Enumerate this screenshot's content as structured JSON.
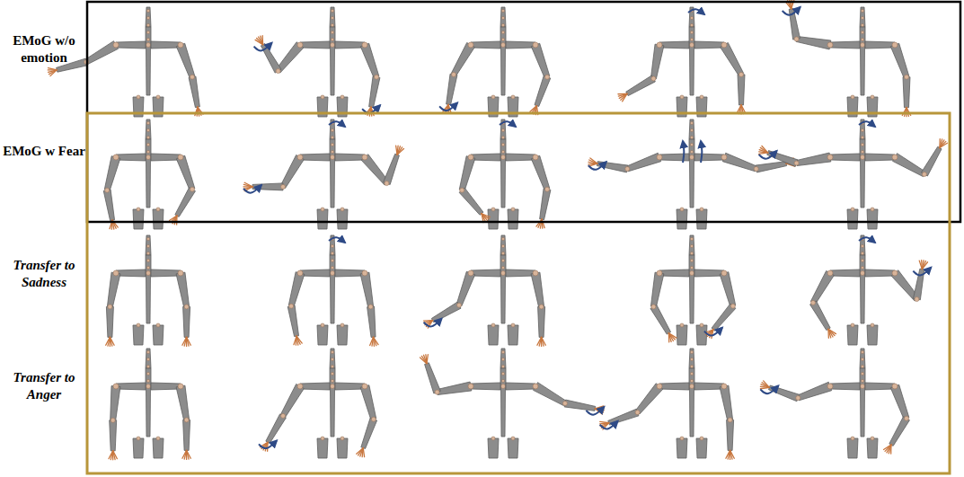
{
  "diagram": {
    "labels": [
      "EMoG w/o emotion",
      "EMoG w Fear",
      "Transfer to Sadness",
      "Transfer to Anger"
    ]
  }
}
